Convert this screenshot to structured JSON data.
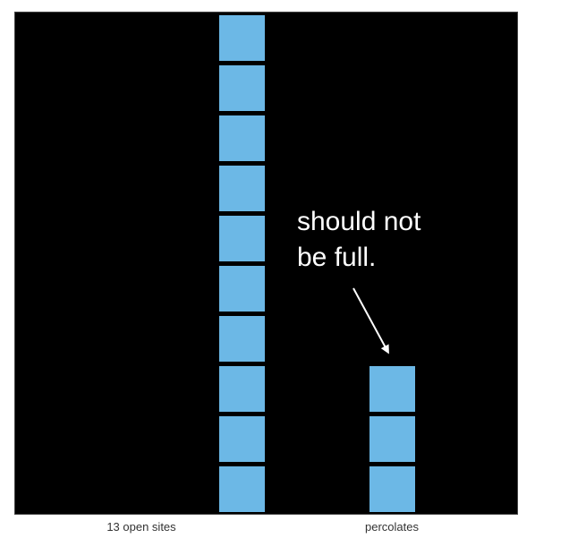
{
  "grid": {
    "n": 10,
    "background_color": "#000000",
    "full_color": "#6cb8e6",
    "full_sites": [
      [
        0,
        4
      ],
      [
        1,
        4
      ],
      [
        2,
        4
      ],
      [
        3,
        4
      ],
      [
        4,
        4
      ],
      [
        5,
        4
      ],
      [
        6,
        4
      ],
      [
        7,
        4
      ],
      [
        8,
        4
      ],
      [
        9,
        4
      ],
      [
        7,
        7
      ],
      [
        8,
        7
      ],
      [
        9,
        7
      ]
    ]
  },
  "status": {
    "open_sites": "13 open sites",
    "result": "percolates"
  },
  "annotation": {
    "line1": "should not",
    "line2": "be full.",
    "color": "#ffffff"
  }
}
